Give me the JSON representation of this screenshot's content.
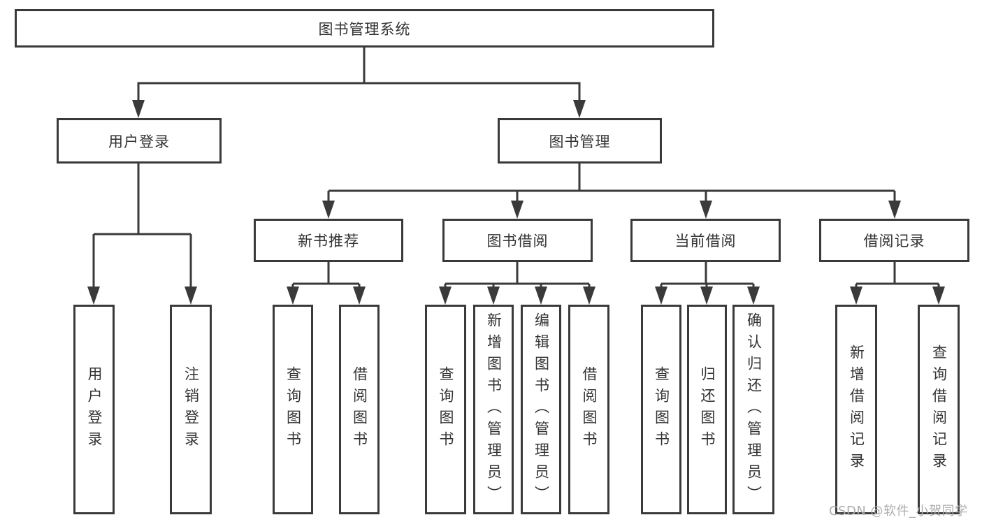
{
  "diagram": {
    "root": {
      "label": "图书管理系统"
    },
    "branches": [
      {
        "label": "用户登录",
        "children": [
          {
            "label": "用户登录"
          },
          {
            "label": "注销登录"
          }
        ]
      },
      {
        "label": "图书管理",
        "groups": [
          {
            "label": "新书推荐",
            "children": [
              {
                "label": "查询图书"
              },
              {
                "label": "借阅图书"
              }
            ]
          },
          {
            "label": "图书借阅",
            "children": [
              {
                "label": "查询图书"
              },
              {
                "label": "新增图书（管理员）"
              },
              {
                "label": "编辑图书（管理员）"
              },
              {
                "label": "借阅图书"
              }
            ]
          },
          {
            "label": "当前借阅",
            "children": [
              {
                "label": "查询图书"
              },
              {
                "label": "归还图书"
              },
              {
                "label": "确认归还（管理员）"
              }
            ]
          },
          {
            "label": "借阅记录",
            "children": [
              {
                "label": "新增借阅记录"
              },
              {
                "label": "查询借阅记录"
              }
            ]
          }
        ]
      }
    ]
  },
  "watermark": {
    "text": "CSDN @软件_小贺同学"
  },
  "colors": {
    "line": "#3a3a3a",
    "text": "#333333",
    "background": "#ffffff",
    "watermark": "#aeaeae"
  }
}
